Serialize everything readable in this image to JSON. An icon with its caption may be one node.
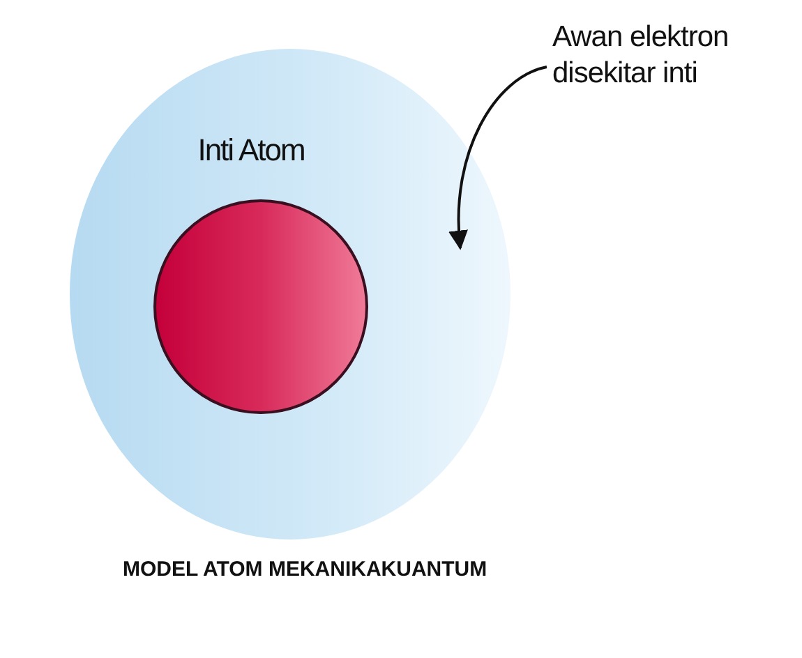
{
  "diagram": {
    "caption": "MODEL ATOM MEKANIKAKUANTUM",
    "nodes": [
      {
        "text": [],
        "shape": "circle"
      },
      {
        "text": [
          "Inti Atom"
        ],
        "in": 0
      },
      {
        "text": [
          "Awan elektron disekitar inti"
        ]
      }
    ],
    "edges": [
      {
        "from": 2,
        "to": 0,
        "arrow": "to"
      }
    ]
  }
}
